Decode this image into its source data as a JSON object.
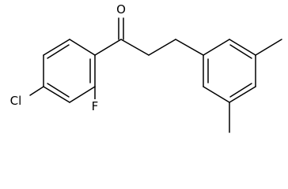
{
  "molecule": {
    "atoms": {
      "oxygen": "O",
      "chlorine": "Cl",
      "fluorine": "F"
    }
  },
  "colors": {
    "bond": "#000000",
    "background": "#ffffff",
    "text": "#000000"
  }
}
